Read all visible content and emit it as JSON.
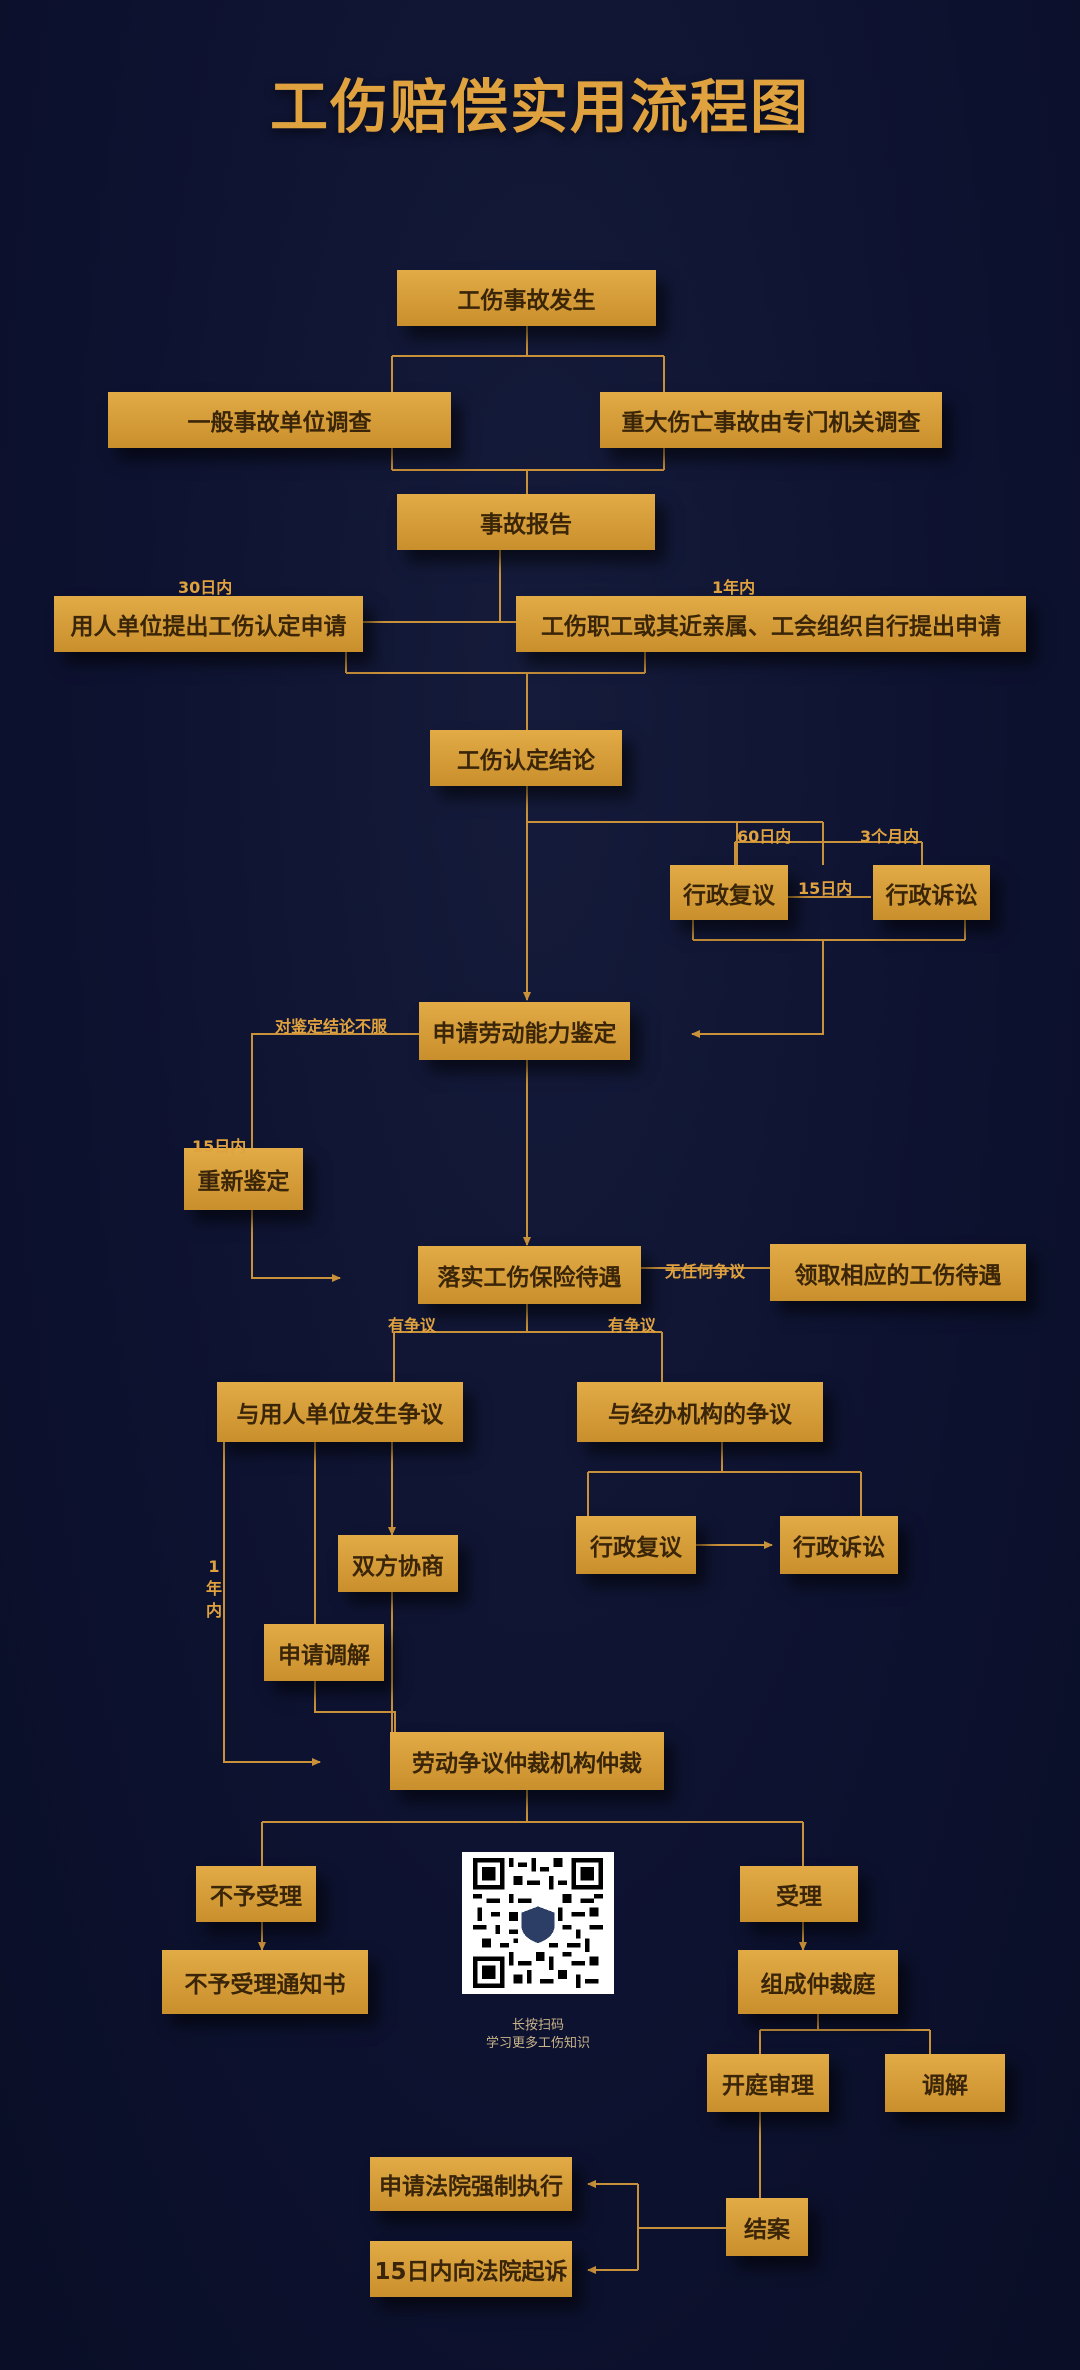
{
  "title": "工伤赔偿实用流程图",
  "colors": {
    "background": "#0d1230",
    "accent": "#e0a23e",
    "box_fill": "#d49c38",
    "box_text": "#3a2508"
  },
  "nodes": {
    "accident": "工伤事故发生",
    "general_investigation": "一般事故单位调查",
    "major_investigation": "重大伤亡事故由专门机关调查",
    "accident_report": "事故报告",
    "employer_apply": "用人单位提出工伤认定申请",
    "worker_apply": "工伤职工或其近亲属、工会组织自行提出申请",
    "determination": "工伤认定结论",
    "admin_review_1": "行政复议",
    "admin_litigation_1": "行政诉讼",
    "capacity_appraisal": "申请劳动能力鉴定",
    "reappraisal": "重新鉴定",
    "implement_benefits": "落实工伤保险待遇",
    "receive_benefits": "领取相应的工伤待遇",
    "dispute_employer": "与用人单位发生争议",
    "dispute_agency": "与经办机构的争议",
    "admin_review_2": "行政复议",
    "admin_litigation_2": "行政诉讼",
    "negotiation": "双方协商",
    "mediation_apply": "申请调解",
    "arbitration": "劳动争议仲裁机构仲裁",
    "not_accepted": "不予受理",
    "not_accepted_notice": "不予受理通知书",
    "accepted": "受理",
    "tribunal": "组成仲裁庭",
    "hearing": "开庭审理",
    "mediation": "调解",
    "closed": "结案",
    "court_enforcement": "申请法院强制执行",
    "court_lawsuit": "15日内向法院起诉"
  },
  "labels": {
    "days30": "30日内",
    "year1": "1年内",
    "days60": "60日内",
    "months3": "3个月内",
    "days15": "15日内",
    "disagree": "对鉴定结论不服",
    "days15_b": "15日内",
    "no_dispute": "无任何争议",
    "dispute_a": "有争议",
    "dispute_b": "有争议",
    "year1_vertical": "1年内"
  },
  "qr": {
    "icon": "qr-code-icon",
    "caption_line1": "长按扫码",
    "caption_line2": "学习更多工伤知识"
  }
}
